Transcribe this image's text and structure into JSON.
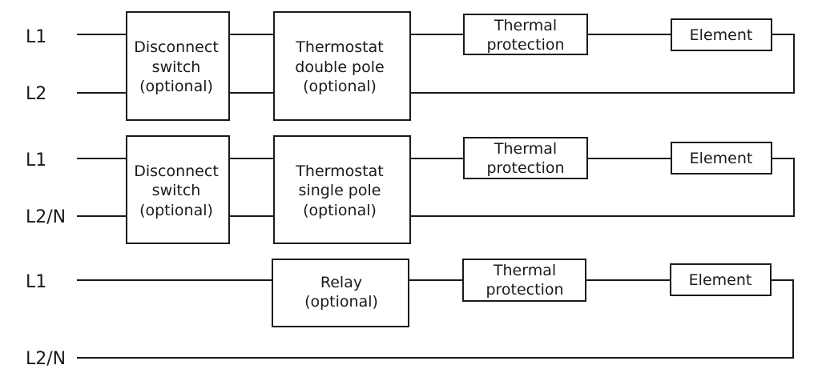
{
  "rows": [
    {
      "line1_label": "L1",
      "line2_label": "L2",
      "disconnect": [
        "Disconnect",
        "switch",
        "(optional)"
      ],
      "thermostat": [
        "Thermostat",
        "double pole",
        "(optional)"
      ],
      "thermal": [
        "Thermal",
        "protection"
      ],
      "element": "Element"
    },
    {
      "line1_label": "L1",
      "line2_label": "L2/N",
      "disconnect": [
        "Disconnect",
        "switch",
        "(optional)"
      ],
      "thermostat": [
        "Thermostat",
        "single pole",
        "(optional)"
      ],
      "thermal": [
        "Thermal",
        "protection"
      ],
      "element": "Element"
    },
    {
      "line1_label": "L1",
      "line2_label": "L2/N",
      "relay": [
        "Relay",
        "(optional)"
      ],
      "thermal": [
        "Thermal",
        "protection"
      ],
      "element": "Element"
    }
  ]
}
